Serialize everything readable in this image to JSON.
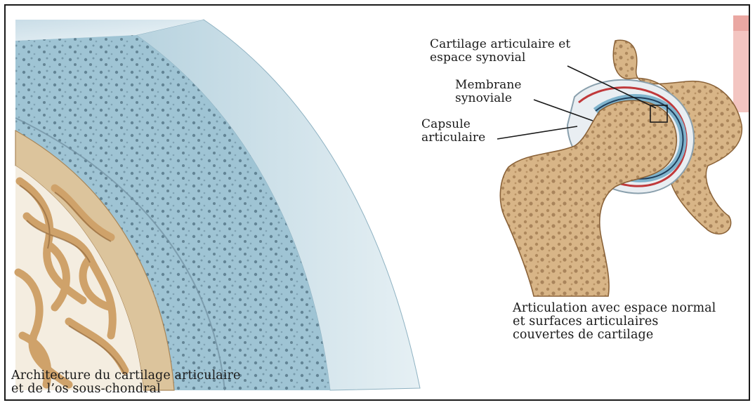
{
  "labels": {
    "cartilage_space": [
      "Cartilage articulaire et",
      "espace synovial"
    ],
    "synovial_membrane": [
      "Membrane",
      "synoviale"
    ],
    "joint_capsule": [
      "Capsule",
      "articulaire"
    ]
  },
  "captions": {
    "left": [
      "Architecture du cartilage articulaire",
      "et de l’os sous-chondral"
    ],
    "right": [
      "Articulation avec espace normal",
      "et surfaces articulaires",
      "couvertes de cartilage"
    ]
  },
  "colors": {
    "cartilage_blue": "#a9cbd8",
    "cartilage_surface": "#dbeaf1",
    "bone_tan": "#d9b98a",
    "bone_dark": "#8a6238",
    "synovial_red": "#c0393b",
    "border": "#1a1a1a",
    "accent_pink": "#f3c5c1"
  }
}
